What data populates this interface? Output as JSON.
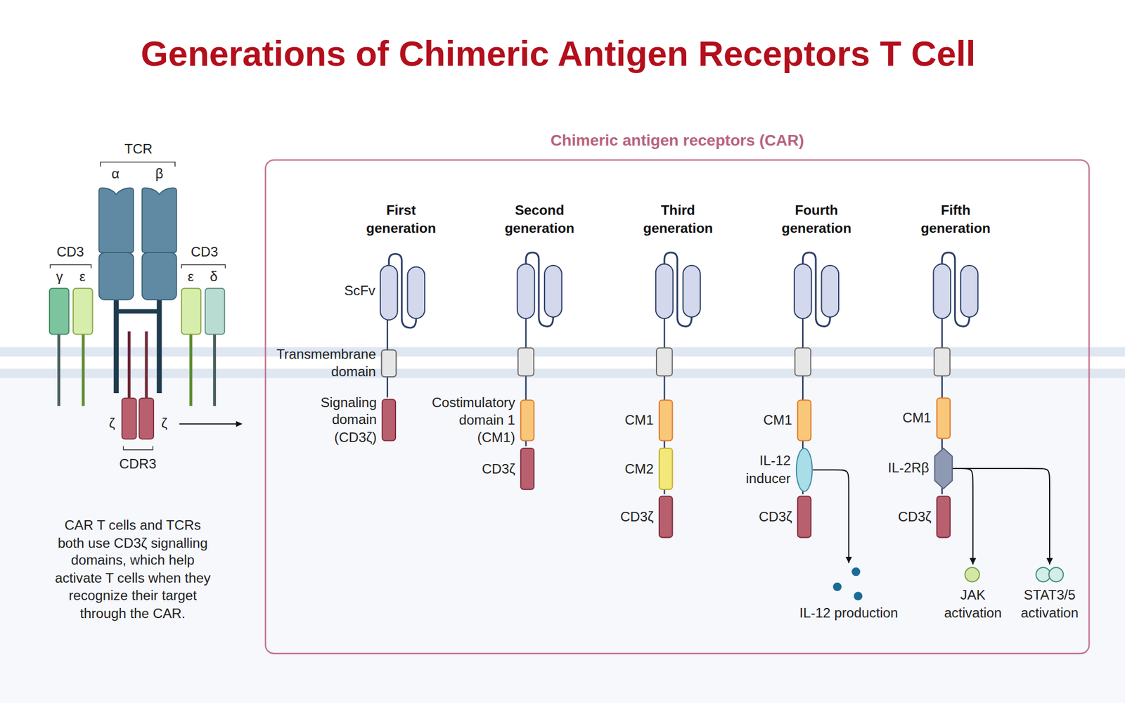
{
  "diagram": {
    "title": "Generations of Chimeric Antigen Receptors T Cell",
    "nodes": [
      {
        "text": [
          "Chimeric antigen receptors (CAR)"
        ]
      },
      {
        "text": [
          "ScFv"
        ],
        "in": 0
      },
      {
        "text": [
          "Transmembrane domain"
        ],
        "in": 0
      },
      {
        "text": [
          "Signaling domain (CD3ζ)"
        ],
        "in": 0
      },
      {
        "text": [
          "Costimulatory domain 1 (CM1)"
        ],
        "in": 0
      },
      {
        "text": [
          "CD3ζ"
        ],
        "in": 0
      },
      {
        "text": [
          "CM1"
        ],
        "in": 0
      },
      {
        "text": [
          "CM2"
        ],
        "in": 0
      },
      {
        "text": [
          "CD3ζ"
        ],
        "in": 0
      },
      {
        "text": [
          "CM1"
        ],
        "in": 0
      },
      {
        "text": [
          "IL-12 inducer"
        ],
        "in": 0
      },
      {
        "text": [
          "CD3ζ"
        ],
        "in": 0
      },
      {
        "text": [
          "CM1"
        ],
        "in": 0
      },
      {
        "text": [
          "IL-2Rβ"
        ],
        "in": 0
      },
      {
        "text": [
          "CD3ζ"
        ],
        "in": 0
      },
      {
        "text": [
          "IL-12 production"
        ],
        "in": 0
      },
      {
        "text": [
          "JAK activation"
        ],
        "in": 0
      },
      {
        "text": [
          "STAT3/5 activation"
        ],
        "in": 0
      }
    ],
    "edges": [
      {
        "from": 10,
        "to": 15,
        "arrow": "to"
      },
      {
        "from": 13,
        "to": 16,
        "arrow": "to"
      },
      {
        "from": 13,
        "to": 17,
        "arrow": "to"
      }
    ],
    "labels": [
      "First generation",
      "Second generation",
      "Third generation",
      "Fourth generation",
      "Fifth generation",
      "TCR",
      "α",
      "β",
      "CD3",
      "γ",
      "ε",
      "CD3",
      "ε",
      "δ",
      "ζ",
      "ζ",
      "CDR3",
      "CAR T cells and TCRs both use CD3ζ signalling domains, which help activate T cells when they recognize their target through the CAR."
    ]
  }
}
